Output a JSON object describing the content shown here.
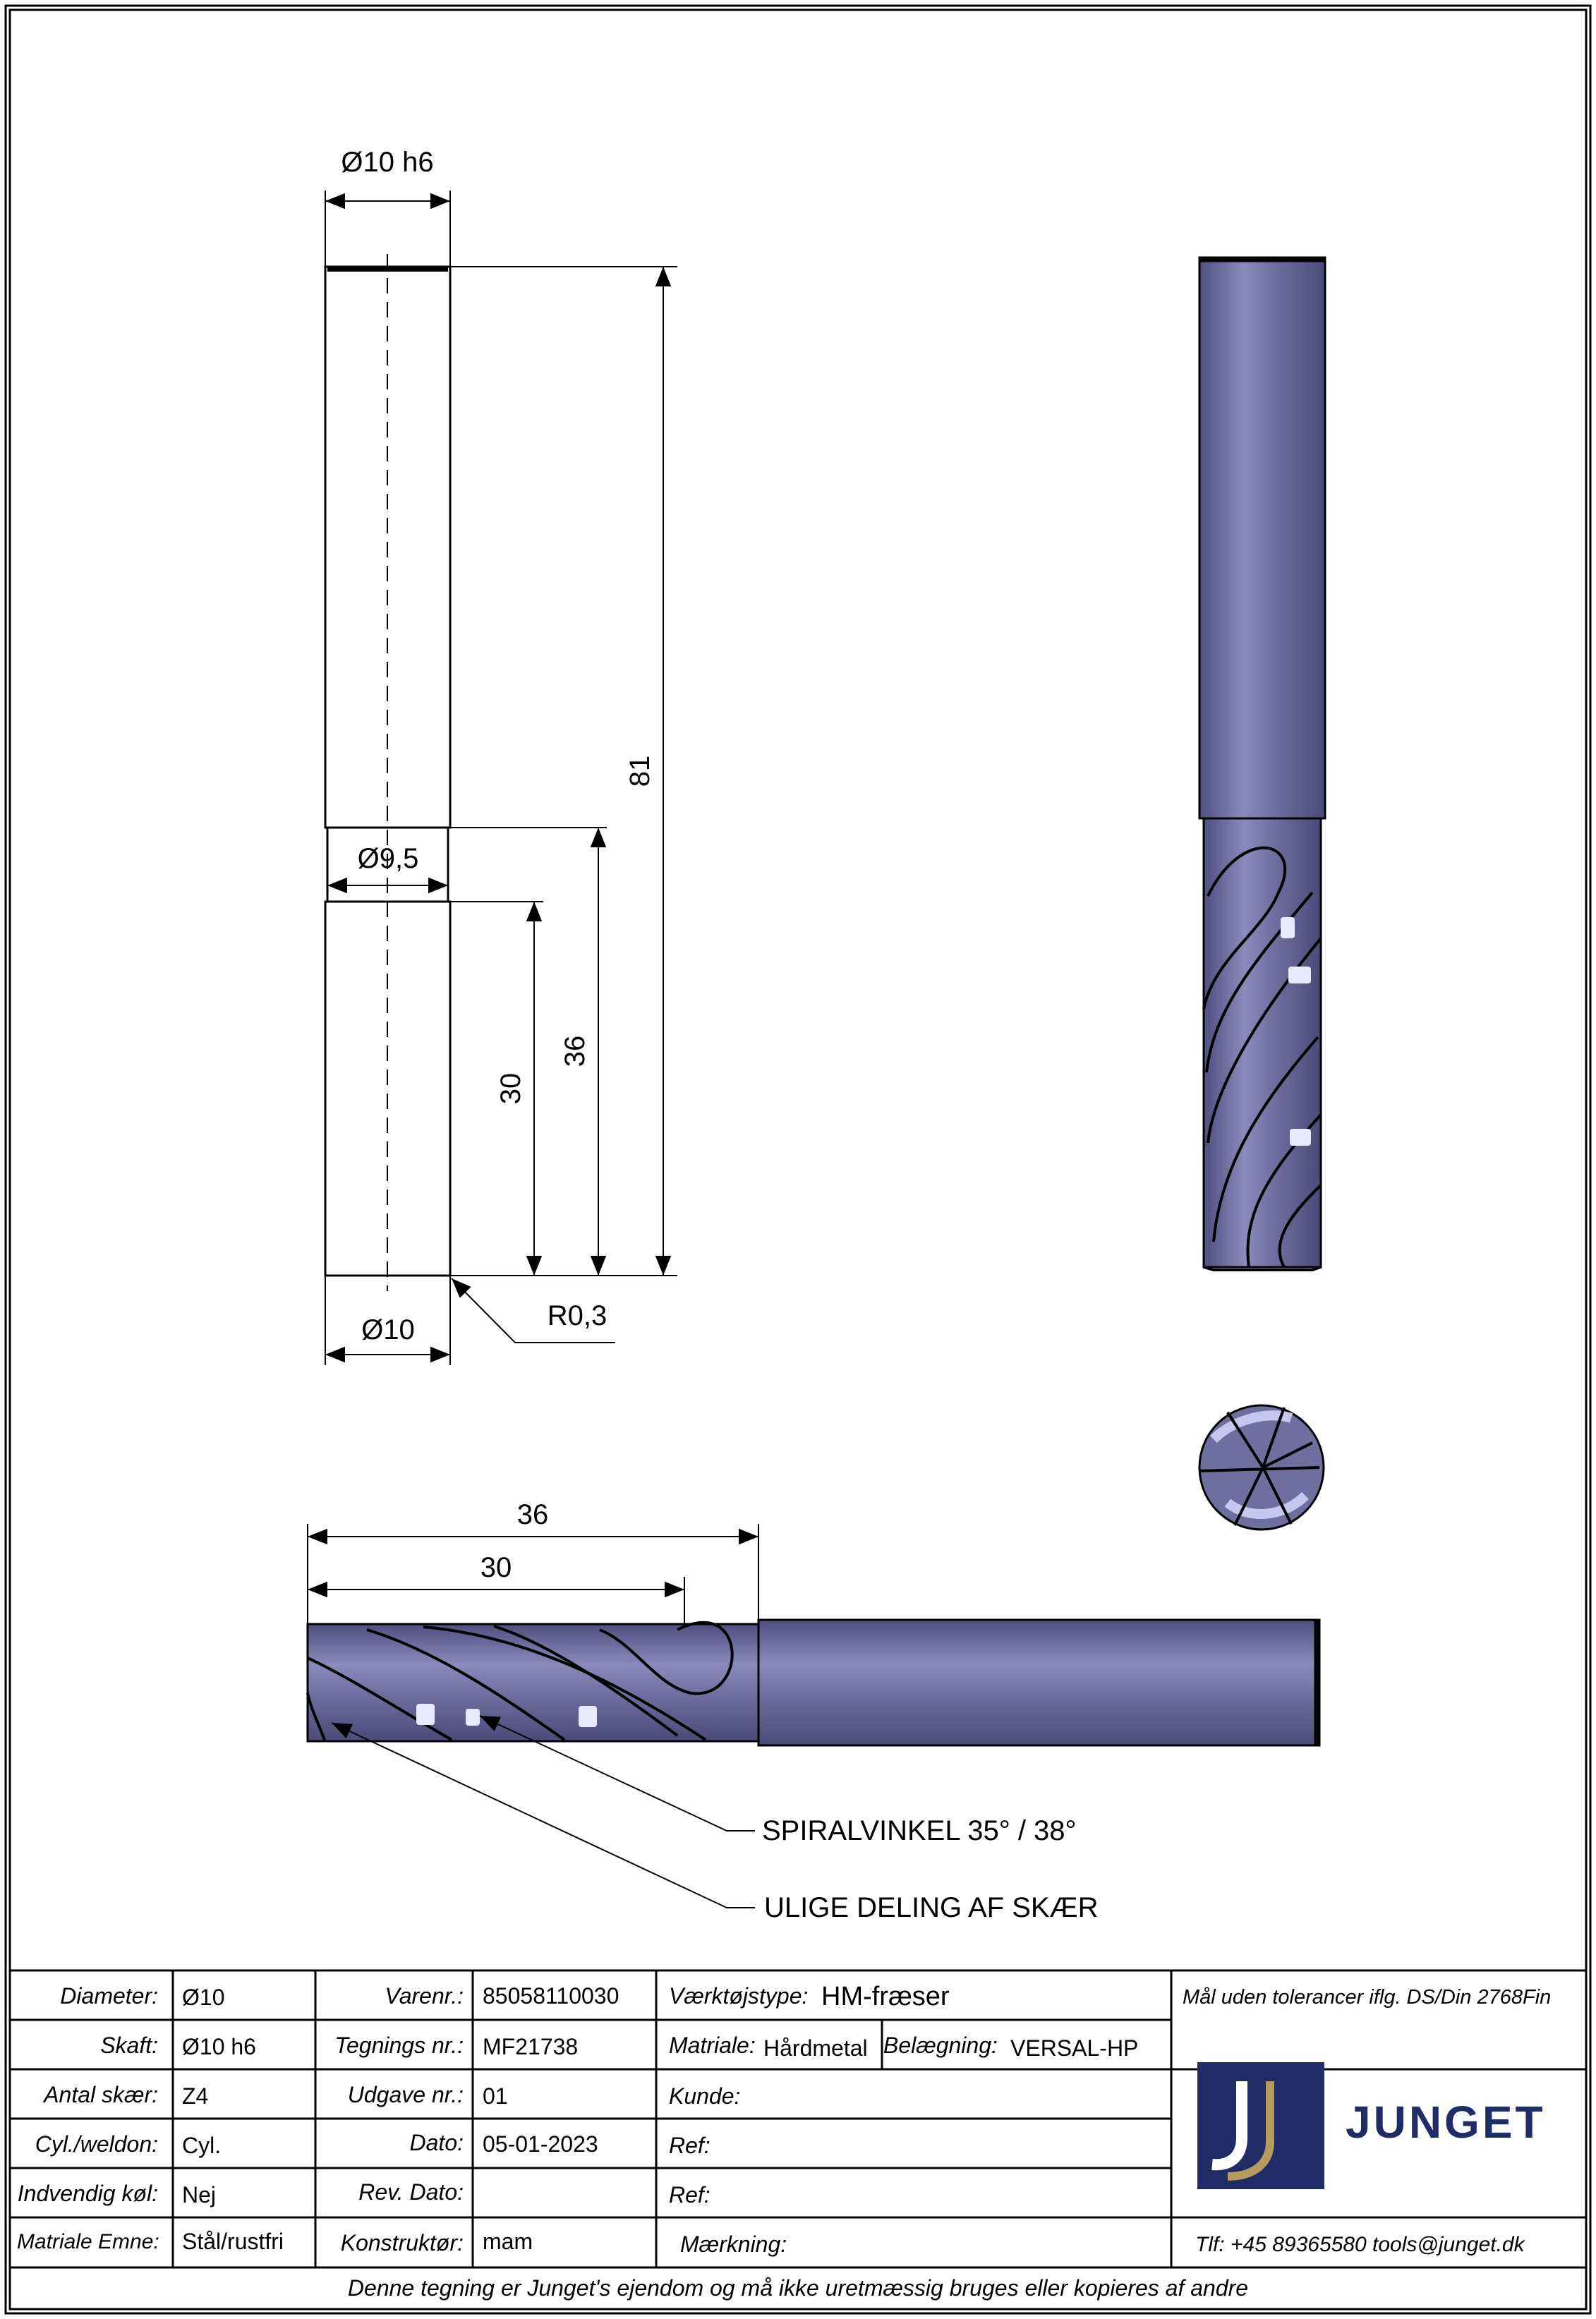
{
  "drawing": {
    "dim_shank_dia": "Ø10 h6",
    "dim_neck_dia": "Ø9,5",
    "dim_head_dia": "Ø10",
    "dim_total_len": "81",
    "dim_neck_len": "36",
    "dim_cut_len": "30",
    "dim_radius": "R0,3",
    "dim_side_36": "36",
    "dim_side_30": "30",
    "note_spiral": "SPIRALVINKEL 35° / 38°",
    "note_division": "ULIGE DELING AF SKÆR",
    "colors": {
      "tool_body": "#6e6f9e",
      "tool_dark": "#4e4f7e",
      "tool_light": "#b7b8e2",
      "brand": "#1f2c66",
      "brand_gold": "#b69a5e"
    }
  },
  "title_block": {
    "col1": [
      {
        "label": "Diameter:",
        "value": "Ø10"
      },
      {
        "label": "Skaft:",
        "value": "Ø10 h6"
      },
      {
        "label": "Antal skær:",
        "value": "Z4"
      },
      {
        "label": "Cyl./weldon:",
        "value": "Cyl."
      },
      {
        "label": "Indvendig køl:",
        "value": "Nej"
      },
      {
        "label": "Matriale Emne:",
        "value": "Stål/rustfri"
      }
    ],
    "col2": [
      {
        "label": "Varenr.:",
        "value": "85058110030"
      },
      {
        "label": "Tegnings nr.:",
        "value": "MF21738"
      },
      {
        "label": "Udgave nr.:",
        "value": "01"
      },
      {
        "label": "Dato:",
        "value": "05-01-2023"
      },
      {
        "label": "Rev. Dato:",
        "value": ""
      },
      {
        "label": "Konstruktør:",
        "value": "mam"
      }
    ],
    "tooltype_label": "Værktøjstype:",
    "tooltype_value": "HM-fræser",
    "material_label": "Matriale:",
    "material_value": "Hårdmetal",
    "coating_label": "Belægning:",
    "coating_value": "VERSAL-HP",
    "kunde_label": "Kunde:",
    "ref1_label": "Ref:",
    "ref2_label": "Ref:",
    "marking_label": "Mærkning:",
    "tolerance_note": "Mål uden tolerancer iflg. DS/Din 2768Fin",
    "brand": "JUNGET",
    "contact": "Tlf: +45 89365580  tools@junget.dk",
    "footer": "Denne tegning er Junget's ejendom og må ikke uretmæssig bruges eller kopieres af andre"
  }
}
